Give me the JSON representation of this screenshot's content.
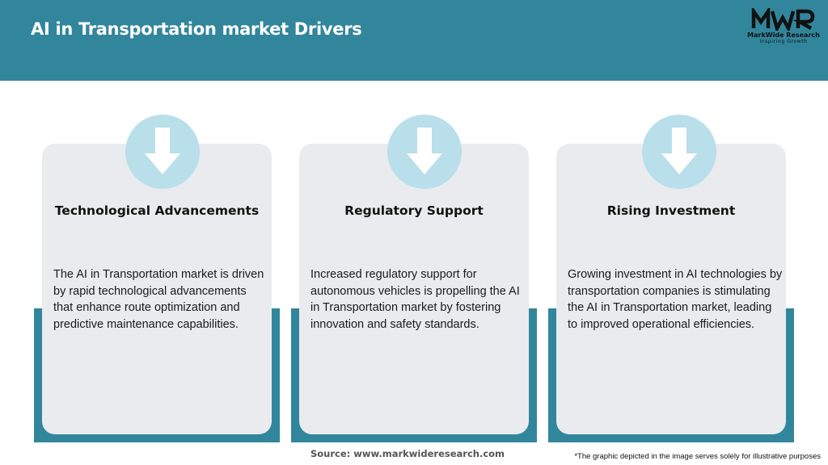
{
  "header": {
    "title": "AI in Transportation market Drivers",
    "background_color": "#32869c",
    "logo": {
      "mark": "MWR",
      "name": "MarkWide Research",
      "tagline": "Inspiring Growth",
      "icon": "markwide-research-logo"
    }
  },
  "cards": [
    {
      "icon": "arrow-down-icon",
      "title": "Technological Advancements",
      "text": "The AI in Transportation market is driven by rapid technological advancements that enhance route optimization and predictive maintenance capabilities."
    },
    {
      "icon": "arrow-down-icon",
      "title": "Regulatory Support",
      "text": "Increased regulatory support for autonomous vehicles is propelling the AI in Transportation market by fostering innovation and safety standards."
    },
    {
      "icon": "arrow-down-icon",
      "title": "Rising Investment",
      "text": "Growing investment in AI technologies by transportation companies is stimulating the AI in Transportation market, leading to improved operational efficiencies."
    }
  ],
  "colors": {
    "accent_teal": "#32869c",
    "card_background": "#e9ebee",
    "icon_circle": "#b9dfea"
  },
  "footer": {
    "source": "Source: www.markwideresearch.com",
    "disclaimer": "*The graphic depicted in the image serves solely for illustrative purposes"
  }
}
